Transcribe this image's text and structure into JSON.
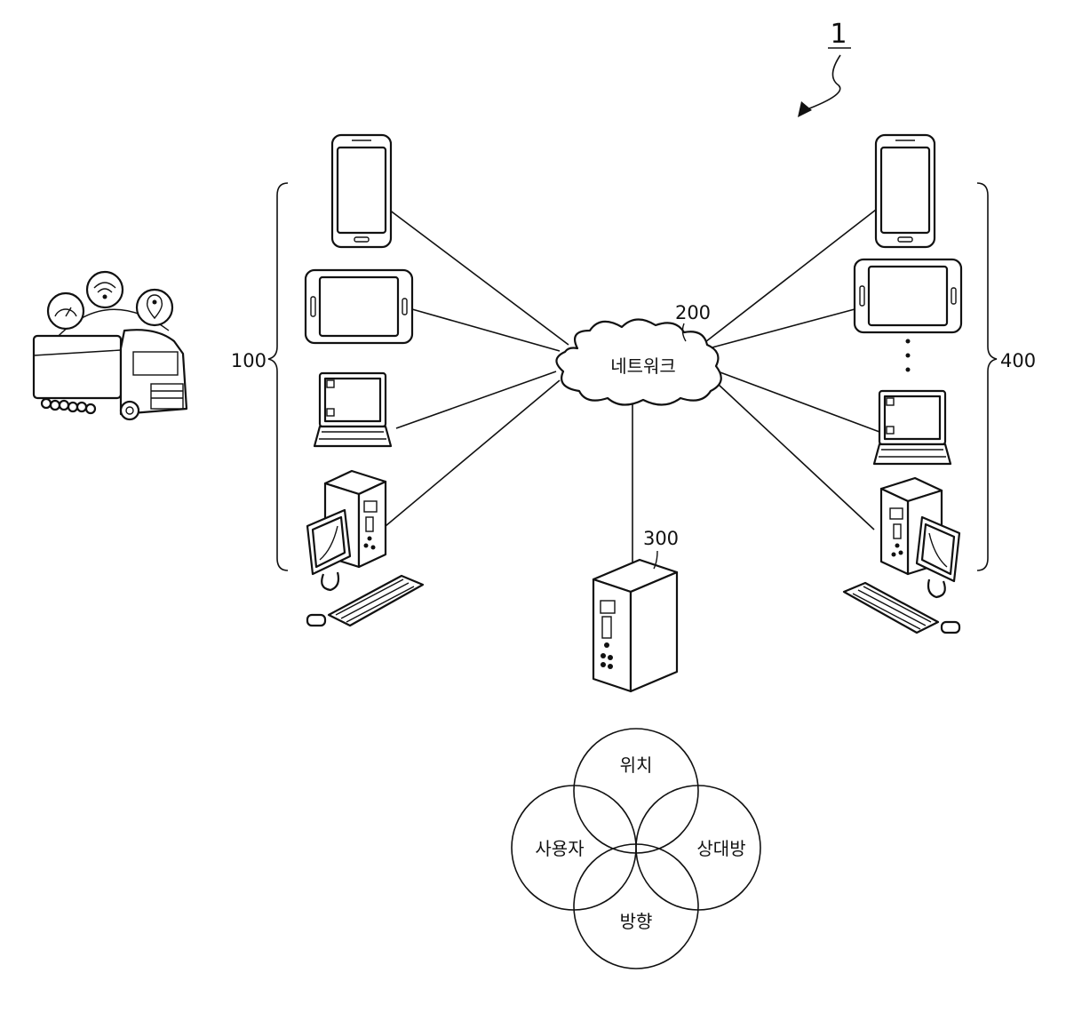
{
  "labels": {
    "system_ref": "1",
    "user_group": "100",
    "network_ref": "200",
    "network_text": "네트워크",
    "server_ref": "300",
    "counterpart_group": "400"
  },
  "venn": {
    "top": "위치",
    "left": "사용자",
    "right": "상대방",
    "bottom": "방향"
  }
}
